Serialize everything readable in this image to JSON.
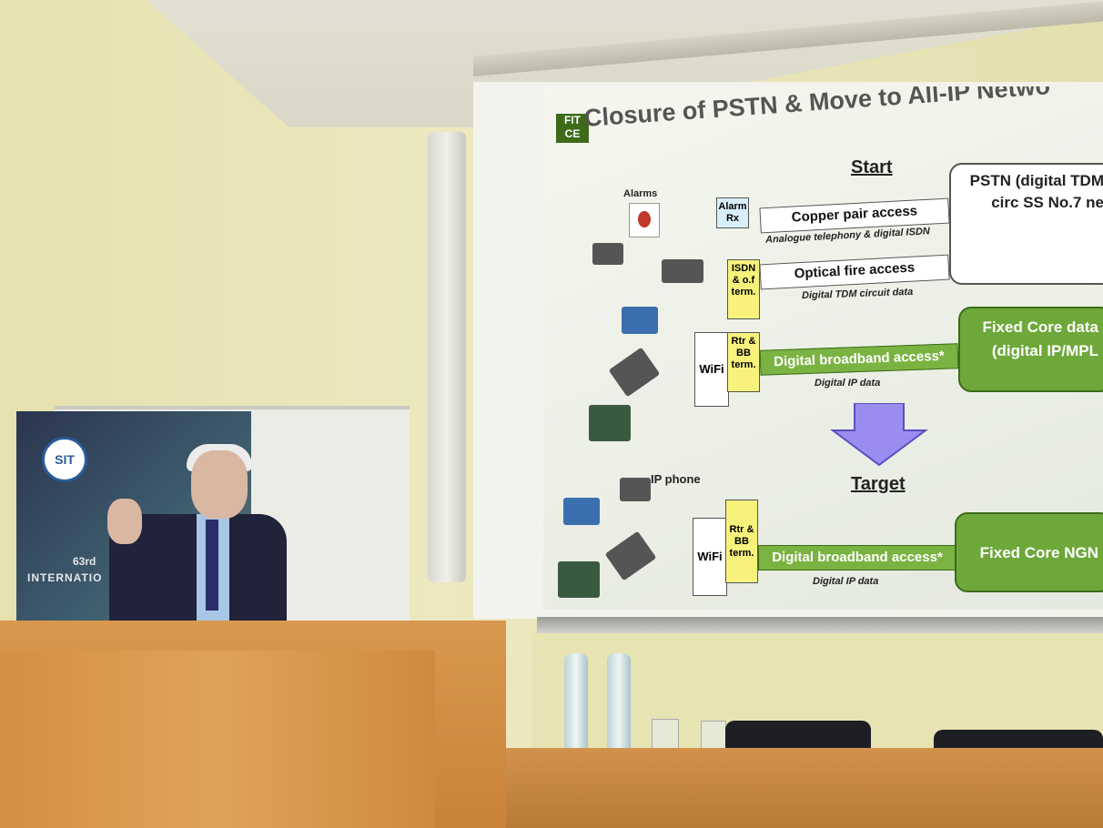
{
  "slide": {
    "logo": "FIT CE",
    "title": "Closure of PSTN & Move to All-IP Netwo",
    "start_label": "Start",
    "target_label": "Target",
    "alarms_label": "Alarms",
    "alarm_rx": "Alarm Rx",
    "copper_access": "Copper pair access",
    "copper_sub": "Analogue telephony & digital ISDN",
    "isdn_term": "ISDN & o.f term.",
    "optical_access": "Optical fire access",
    "optical_sub": "Digital TDM circuit data",
    "pstn_box": "PSTN (digital TDM circ SS No.7 ne",
    "wifi_1": "WiFi",
    "rtr_bb_1": "Rtr & BB term.",
    "broadband_1": "Digital broadband access*",
    "broadband_1_sub": "Digital IP data",
    "fixed_core_data": "Fixed Core data (digital IP/MPL",
    "ip_phone": "IP phone",
    "wifi_2": "WiFi",
    "rtr_bb_2": "Rtr & BB term.",
    "broadband_2": "Digital broadband access*",
    "broadband_2_sub": "Digital IP data",
    "fixed_core_ngn": "Fixed Core NGN"
  },
  "banner": {
    "logo": "SIT",
    "line1": "63rd",
    "line2": "INTERNATIO"
  },
  "colors": {
    "accent_green": "#6ea83a",
    "arrow_purple": "#9b8cf0",
    "yellow_box": "#f7f27c"
  }
}
